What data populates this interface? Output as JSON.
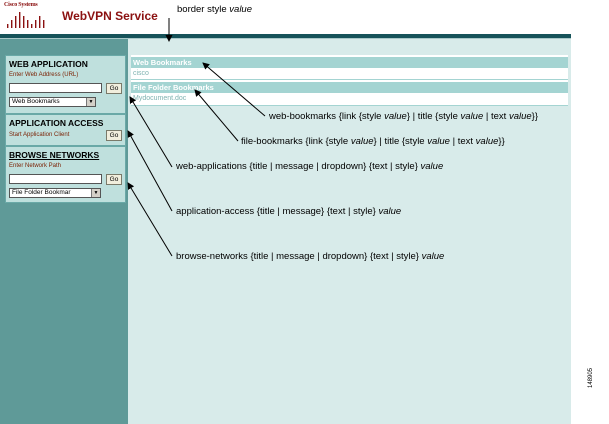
{
  "header": {
    "brand": "Cisco Systems",
    "title": "WebVPN Service"
  },
  "web_application": {
    "title": "WEB APPLICATION",
    "message": "Enter Web Address (URL)",
    "go_label": "Go",
    "dropdown_value": "Web Bookmarks"
  },
  "application_access": {
    "title": "APPLICATION ACCESS",
    "message": "Start Application Client",
    "go_label": "Go"
  },
  "browse_networks": {
    "title": "BROWSE NETWORKS",
    "message": "Enter Network Path",
    "go_label": "Go",
    "dropdown_value": "File Folder Bookmar"
  },
  "content": {
    "web_bookmarks_title": "Web Bookmarks",
    "web_bookmark_link": "cisco",
    "file_bookmarks_title": "File Folder Bookmarks",
    "file_bookmark_link": "Mydocument.doc"
  },
  "callouts": {
    "border_style": {
      "text": "border style ",
      "value": "value"
    },
    "web_bookmarks": {
      "pre": "web-bookmarks {link {style ",
      "v1": "value",
      "mid": "} | title {style ",
      "v2": "value",
      "post": " | text ",
      "v3": "value",
      "end": "}}"
    },
    "file_bookmarks": {
      "pre": "file-bookmarks {link {style ",
      "v1": "value",
      "mid": "} | title {style ",
      "v2": "value",
      "post": " | text ",
      "v3": "value",
      "end": "}}"
    },
    "web_applications": {
      "text": "web-applications {title | message | dropdown} {text | style} ",
      "value": "value"
    },
    "application_access": {
      "text": "application-access {title | message} {text | style} ",
      "value": "value"
    },
    "browse_networks": {
      "text": "browse-networks {title | message | dropdown} {text | style} ",
      "value": "value"
    }
  },
  "figure_number": "148905",
  "colors": {
    "sidebar": "#5f9a98",
    "panel": "#bfe0dd",
    "main_background": "#d8ebea",
    "bookmark_title_bar": "#a4d4d2",
    "border_bar": "#17535a",
    "brand_red": "#8b1111"
  }
}
